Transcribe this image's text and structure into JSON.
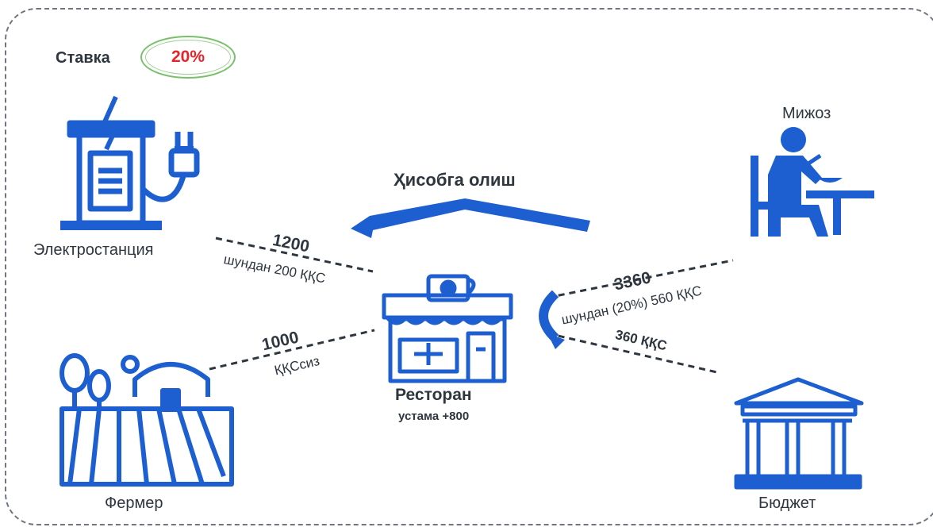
{
  "rate": {
    "label": "Ставка",
    "value": "20%"
  },
  "accounting": {
    "label": "Ҳисобга олиш"
  },
  "power_station": {
    "label": "Электростанция",
    "amount": "1200",
    "note": "шундан 200 ҚҚС"
  },
  "farmer": {
    "label": "Фермер",
    "amount": "1000",
    "note": "ҚҚСсиз"
  },
  "restaurant": {
    "label": "Ресторан",
    "note": "устама +800"
  },
  "customer": {
    "label": "Мижоз",
    "amount": "3360",
    "note": "шундан (20%) 560 ҚҚС"
  },
  "budget": {
    "label": "Бюджет",
    "amount": "360 ҚҚС"
  },
  "colors": {
    "accent": "#1d5fd0",
    "rate": "#e8232b",
    "oval": "#78c06a",
    "text": "#2e3640"
  },
  "icons": [
    "power-station-icon",
    "farm-icon",
    "restaurant-icon",
    "customer-icon",
    "budget-building-icon"
  ]
}
